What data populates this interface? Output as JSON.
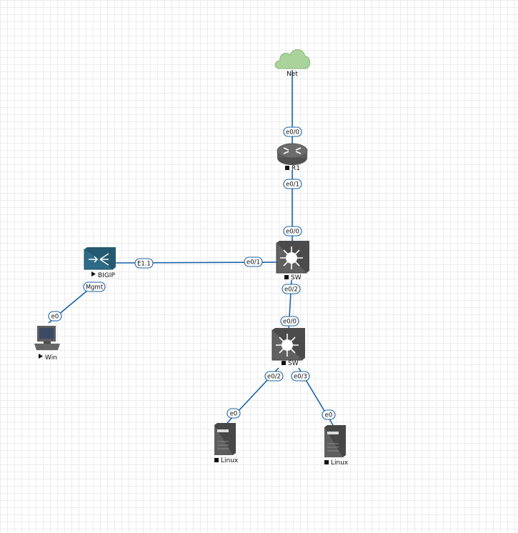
{
  "diagram": {
    "nodes": {
      "net": {
        "label": "Net",
        "icon": "cloud-icon",
        "status": ""
      },
      "r1": {
        "label": "R1",
        "icon": "router-icon",
        "status": "stopped-square"
      },
      "sw1": {
        "label": "SW",
        "icon": "multilayer-switch-icon",
        "status": "stopped-square"
      },
      "sw2": {
        "label": "SW",
        "icon": "multilayer-switch-icon",
        "status": "stopped-square"
      },
      "bigip": {
        "label": "BIGIP",
        "icon": "load-balancer-icon",
        "status": "running-triangle"
      },
      "win": {
        "label": "Win",
        "icon": "workstation-icon",
        "status": "running-triangle"
      },
      "linux1": {
        "label": "Linux",
        "icon": "server-icon",
        "status": "stopped-square"
      },
      "linux2": {
        "label": "Linux",
        "icon": "server-icon",
        "status": "stopped-square"
      }
    },
    "ports": {
      "r1_e0_0": "e0/0",
      "r1_e0_1": "e0/1",
      "sw1_e0_0": "e0/0",
      "sw1_e0_1": "e0/1",
      "sw1_e0_2": "e0/2",
      "bigip_e1_1": "E1.1",
      "bigip_mgmt": "Mgmt",
      "win_e0": "e0",
      "sw2_e0_0": "e0/0",
      "sw2_e0_2": "e0/2",
      "sw2_e0_3": "e0/3",
      "linux1_e0": "e0",
      "linux2_e0": "e0"
    },
    "colors": {
      "link": "#1a63a6",
      "cloud": "#a9d39a",
      "device": "#5b5b5b",
      "bigip": "#2d6b86",
      "status": "#111111"
    }
  }
}
